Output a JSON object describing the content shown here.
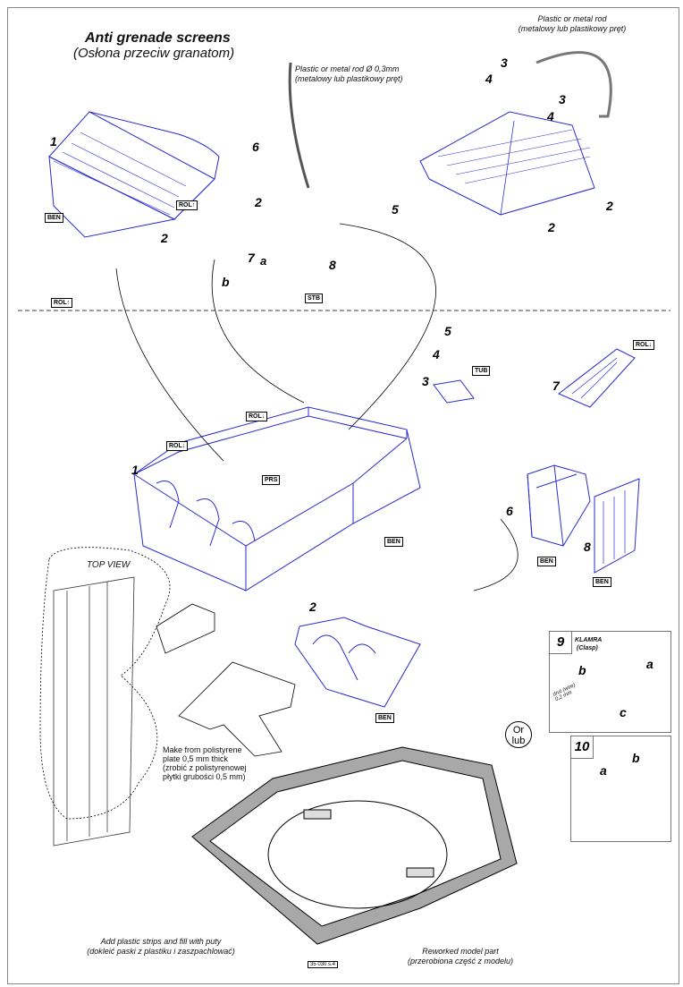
{
  "header": {
    "title": "Anti grenade screens",
    "subtitle": "(Osłona przeciw granatom)"
  },
  "notes": {
    "rod_top_en": "Plastic or metal rod",
    "rod_top_pl": "(metalowy lub plastikowy pręt)",
    "rod_mid_en": "Plastic or metal rod Ø 0,3mm",
    "rod_mid_pl": "(metalowy lub plastikowy pręt)",
    "polystyrene": [
      "Make from polistyrene",
      "plate 0,5 mm thick",
      "(zrobić z polistyrenowej",
      "płytki grubości 0,5 mm)"
    ],
    "strips_en": "Add plastic strips and fill with puty",
    "strips_pl": "(dokleić paski z plastiku i zaszpachlować)",
    "reworked_en": "Reworked model part",
    "reworked_pl": "(przerobiona część z modelu)",
    "top_view": "TOP VIEW",
    "or_lub": [
      "Or",
      "lub"
    ],
    "wire": [
      "drut (wire)",
      "0,2 mm"
    ]
  },
  "tags": {
    "ben": "BEN",
    "rol_up": "ROL↑",
    "rol_down": "ROL↓",
    "stb": "STB",
    "tub": "TUB",
    "prs": "PRS"
  },
  "part_numbers": {
    "n1": "1",
    "n2": "2",
    "n3": "3",
    "n4": "4",
    "n5": "5",
    "n6": "6",
    "n7": "7",
    "n8": "8",
    "n9": "9",
    "n10": "10",
    "a": "a",
    "b": "b",
    "c": "c"
  },
  "clasp": {
    "title": "KLAMRA",
    "subtitle": "(Clasp)"
  },
  "footer": {
    "page_code": "35 030 s.4"
  },
  "colors": {
    "line": "#2a2ad0",
    "ink": "#000000",
    "gray": "#a8a8a8"
  }
}
